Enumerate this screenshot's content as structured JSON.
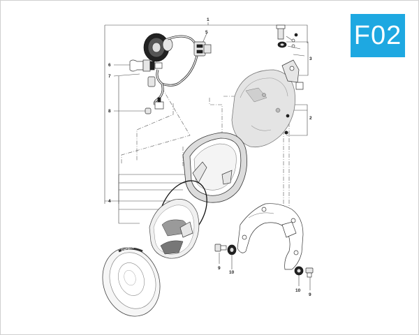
{
  "page_code": "F02",
  "accent_color": "#1ea8e1",
  "callouts": {
    "c1": "1",
    "c2": "2",
    "c3": "3",
    "c4": "4",
    "c5": "5",
    "c6": "6",
    "c7": "7",
    "c8": "8",
    "c9a": "9",
    "c9b": "9",
    "c10a": "10",
    "c10b": "10"
  },
  "lens_branding": "ENFIELD"
}
